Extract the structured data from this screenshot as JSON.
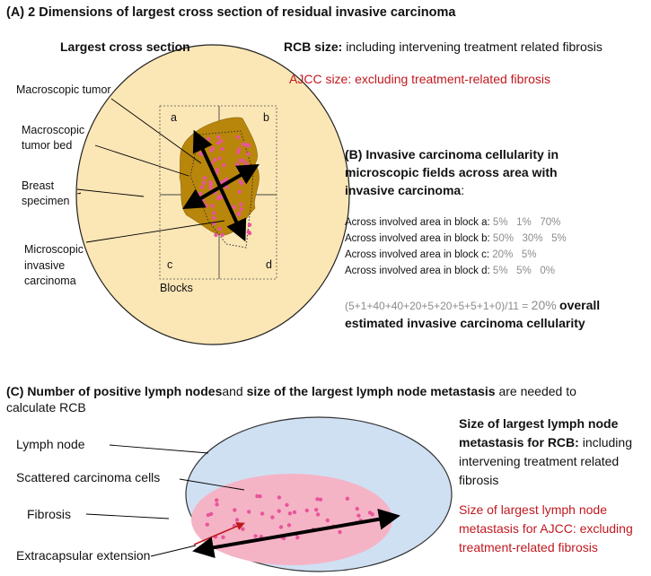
{
  "section_a": {
    "title": "(A) 2 Dimensions of largest cross section of residual invasive carcinoma",
    "subtitle": "Largest cross section",
    "rcb_bold": "RCB size:",
    "rcb_rest": " including intervening treatment related fibrosis",
    "ajcc": "AJCC size: excluding treatment-related fibrosis",
    "labels": {
      "macroscopic_tumor": "Macroscopic tumor",
      "tumor_bed_1": "Macroscopic",
      "tumor_bed_2": "tumor bed",
      "breast_1": "Breast",
      "breast_2": "specimen",
      "micro_1": "Microscopic",
      "micro_2": "invasive",
      "micro_3": "carcinoma",
      "blocks": "Blocks"
    },
    "block_letters": [
      "a",
      "b",
      "c",
      "d"
    ]
  },
  "section_b": {
    "title_1": "(B) Invasive carcinoma cellularity in",
    "title_2": "microscopic fields across area with",
    "title_3_bold": "invasive carcinoma",
    "title_3_rest": ":",
    "rows": [
      {
        "label": "Across involved area in block a:",
        "values": "5%   1%   70%"
      },
      {
        "label": "Across involved area in block b:",
        "values": "50%   30%   5%"
      },
      {
        "label": "Across involved area in block c:",
        "values": "20%   5%"
      },
      {
        "label": "Across involved area in block d:",
        "values": "5%   5%   0%"
      }
    ],
    "formula": "(5+1+40+40+20+5+20+5+5+1+0)/11 = ",
    "result": "20%",
    "overall_1": "overall",
    "overall_2": "estimated invasive carcinoma cellularity"
  },
  "section_c": {
    "title_bold_1": "(C) Number of  positive lymph nodes",
    "title_mid": "and ",
    "title_bold_2": "size of the largest lymph node metastasis",
    "title_rest": " are needed to",
    "title_line2": "calculate RCB",
    "labels": {
      "lymph_node": "Lymph node",
      "scattered": "Scattered carcinoma cells",
      "fibrosis": "Fibrosis",
      "extracapsular": "Extracapsular extension"
    },
    "rcb_1": "Size of largest lymph node",
    "rcb_2_bold": "metastasis for RCB:",
    "rcb_2_rest": " including",
    "rcb_3": "intervening treatment related",
    "rcb_4": "fibrosis",
    "ajcc_1": "Size of largest lymph node",
    "ajcc_2": "metastasis for AJCC: excluding",
    "ajcc_3": "treatment-related fibrosis"
  },
  "colors": {
    "specimen_fill": "#fbe6b5",
    "tumor_bed": "#b8860b",
    "cell_dots": "#e8559a",
    "lymph_node": "#cfe0f3",
    "fibrosis": "#f5b4c6",
    "ajcc_red": "#c0181f"
  }
}
